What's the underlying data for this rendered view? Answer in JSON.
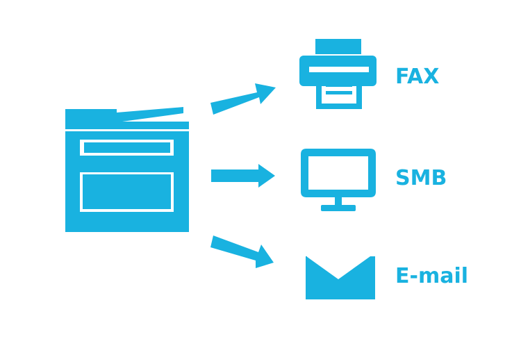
{
  "colors": {
    "accent": "#19b2e0",
    "background": "#ffffff"
  },
  "source_device": {
    "icon": "multifunction-printer-icon"
  },
  "destinations": [
    {
      "label": "FAX",
      "icon": "fax-machine-icon"
    },
    {
      "label": "SMB",
      "icon": "monitor-icon"
    },
    {
      "label": "E-mail",
      "icon": "envelope-icon"
    }
  ]
}
